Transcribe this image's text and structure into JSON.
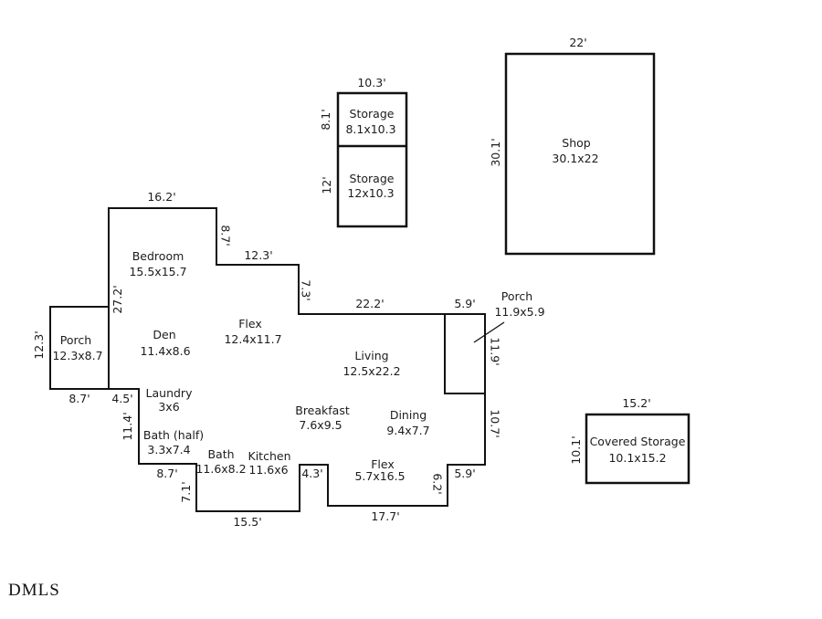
{
  "brand": {
    "logo": "DMLS"
  },
  "colors": {
    "wall": "#111111",
    "text": "#1c1c1c",
    "bg": "#ffffff"
  },
  "outbuildings": {
    "storage_building": {
      "top_dim": "10.3'",
      "unit1": {
        "name": "Storage",
        "dims": "8.1x10.3",
        "side_dim": "8.1'"
      },
      "unit2": {
        "name": "Storage",
        "dims": "12x10.3",
        "side_dim": "12'"
      }
    },
    "shop": {
      "name": "Shop",
      "dims": "30.1x22",
      "top_dim": "22'",
      "side_dim": "30.1'"
    },
    "covered_storage": {
      "name": "Covered Storage",
      "dims": "10.1x15.2",
      "top_dim": "15.2'",
      "side_dim": "10.1'"
    }
  },
  "house": {
    "rooms": {
      "bedroom": {
        "name": "Bedroom",
        "dims": "15.5x15.7"
      },
      "den": {
        "name": "Den",
        "dims": "11.4x8.6"
      },
      "flex_upper": {
        "name": "Flex",
        "dims": "12.4x11.7"
      },
      "living": {
        "name": "Living",
        "dims": "12.5x22.2"
      },
      "porch_left": {
        "name": "Porch",
        "dims": "12.3x8.7"
      },
      "porch_right": {
        "name": "Porch",
        "dims": "11.9x5.9"
      },
      "laundry": {
        "name": "Laundry",
        "dims": "3x6"
      },
      "bath_half": {
        "name": "Bath (half)",
        "dims": "3.3x7.4"
      },
      "bath": {
        "name": "Bath",
        "dims": "11.6x8.2"
      },
      "kitchen": {
        "name": "Kitchen",
        "dims": "11.6x6"
      },
      "breakfast": {
        "name": "Breakfast",
        "dims": "7.6x9.5"
      },
      "dining": {
        "name": "Dining",
        "dims": "9.4x7.7"
      },
      "flex_lower": {
        "name": "Flex",
        "dims": "5.7x16.5"
      }
    },
    "edge_dims": {
      "bedroom_top": "16.2'",
      "bedroom_right": "8.7'",
      "step_top": "12.3'",
      "flex_right_upper": "7.3'",
      "living_top": "22.2'",
      "porch_right_top": "5.9'",
      "porch_right_side": "11.9'",
      "right_mid": "10.7'",
      "dining_step": "5.9'",
      "flex_lower_right": "6.2'",
      "flex_lower_bottom": "17.7'",
      "kitchen_step": "4.3'",
      "bottom": "15.5'",
      "bath_step_side": "7.1'",
      "bath_step_top": "8.7'",
      "left_lower": "11.4'",
      "laundry_step": "4.5'",
      "porch_left_bottom": "8.7'",
      "porch_left_side": "12.3'",
      "left_wall": "27.2'"
    }
  }
}
